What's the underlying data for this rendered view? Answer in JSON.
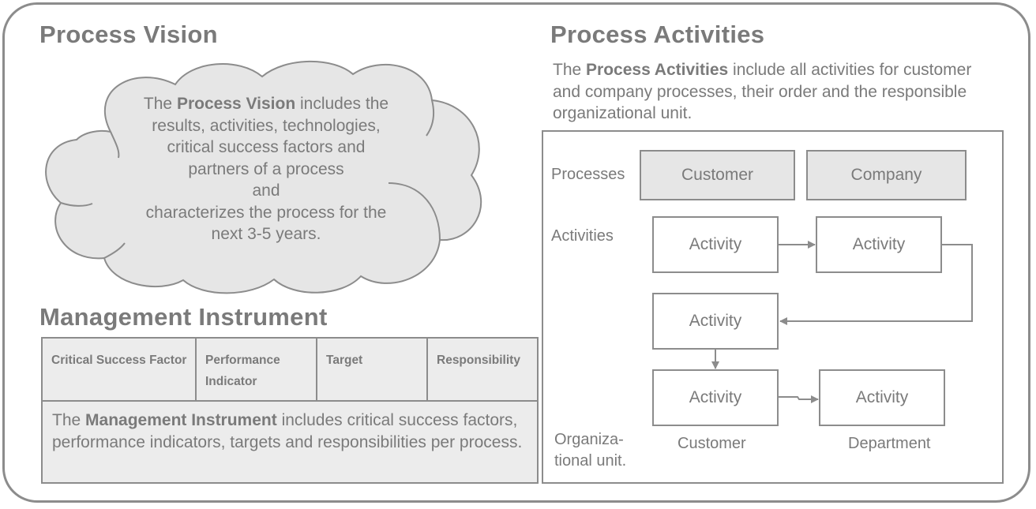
{
  "vision": {
    "title": "Process Vision",
    "text_prefix": "The ",
    "text_bold": "Process Vision",
    "text_line1_rest": " includes the",
    "text_line2": "results, activities, technologies,",
    "text_line3": "critical success factors and",
    "text_line4": "partners of a process",
    "text_line5": "and",
    "text_line6": "characterizes the process for the",
    "text_line7": "next 3-5 years."
  },
  "management": {
    "title": "Management Instrument",
    "columns": [
      "Critical Success Factor",
      "Performance Indicator",
      "Target",
      "Responsibility"
    ],
    "desc_prefix": "The ",
    "desc_bold": "Management Instrument",
    "desc_rest": " includes critical success factors, performance indicators, targets and responsibilities per process."
  },
  "activities": {
    "title": "Process Activities",
    "desc_prefix": "The ",
    "desc_bold": "Process Activities",
    "desc_rest": " include all activities for customer and company processes, their order and the responsible organizational unit.",
    "row_labels": {
      "processes": "Processes",
      "activities": "Activities",
      "org_unit_line1": "Organiza-",
      "org_unit_line2": "tional unit."
    },
    "processes": [
      "Customer",
      "Company"
    ],
    "activity_label": "Activity",
    "units": [
      "Customer",
      "Department"
    ]
  },
  "colors": {
    "text": "#7a7a7a",
    "border": "#8c8c8c",
    "fill_light": "#ececec",
    "fill_process": "#e6e6e6"
  }
}
